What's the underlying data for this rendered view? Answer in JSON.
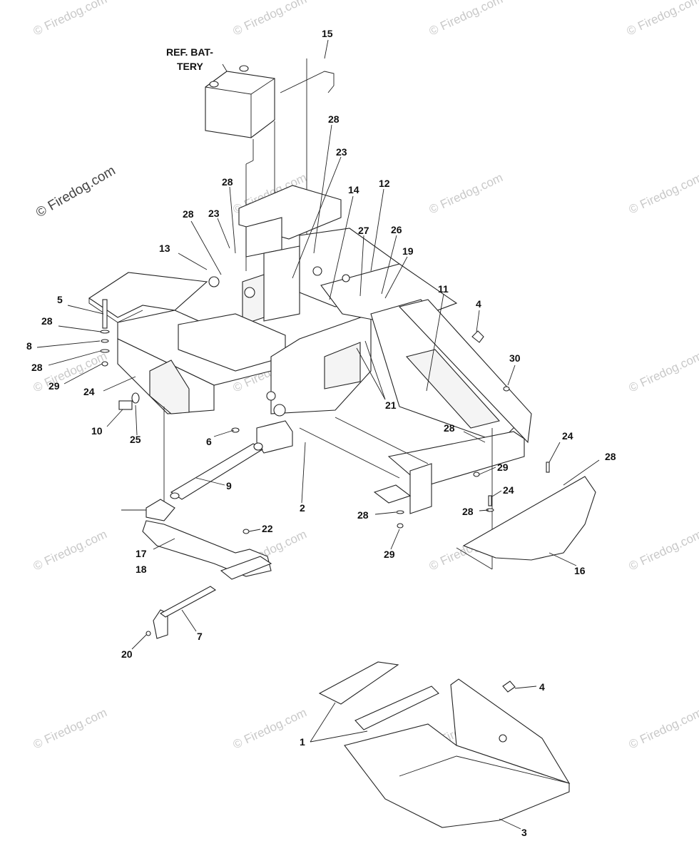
{
  "watermark": {
    "text": "© Firedog.com",
    "main_text": "© Firedog.com"
  },
  "reference_label": {
    "line1": "REF. BAT-",
    "line2": "TERY"
  },
  "callouts": {
    "c15": "15",
    "c28a": "28",
    "c23a": "23",
    "c28b": "28",
    "c23b": "23",
    "c14": "14",
    "c12": "12",
    "c28c": "28",
    "c13": "13",
    "c27": "27",
    "c26": "26",
    "c19": "19",
    "c11": "11",
    "c4a": "4",
    "c5": "5",
    "c28d": "28",
    "c8": "8",
    "c28e": "28",
    "c29a": "29",
    "c24a": "24",
    "c30": "30",
    "c21": "21",
    "c10": "10",
    "c25": "25",
    "c6": "6",
    "c28f": "28",
    "c29b": "29",
    "c24b": "24",
    "c28g": "28",
    "c9": "9",
    "c2": "2",
    "c24c": "24",
    "c28h": "28",
    "c22": "22",
    "c28i": "28",
    "c17": "17",
    "c18": "18",
    "c29c": "29",
    "c16": "16",
    "c7": "7",
    "c20": "20",
    "c4b": "4",
    "c1": "1",
    "c3": "3"
  }
}
